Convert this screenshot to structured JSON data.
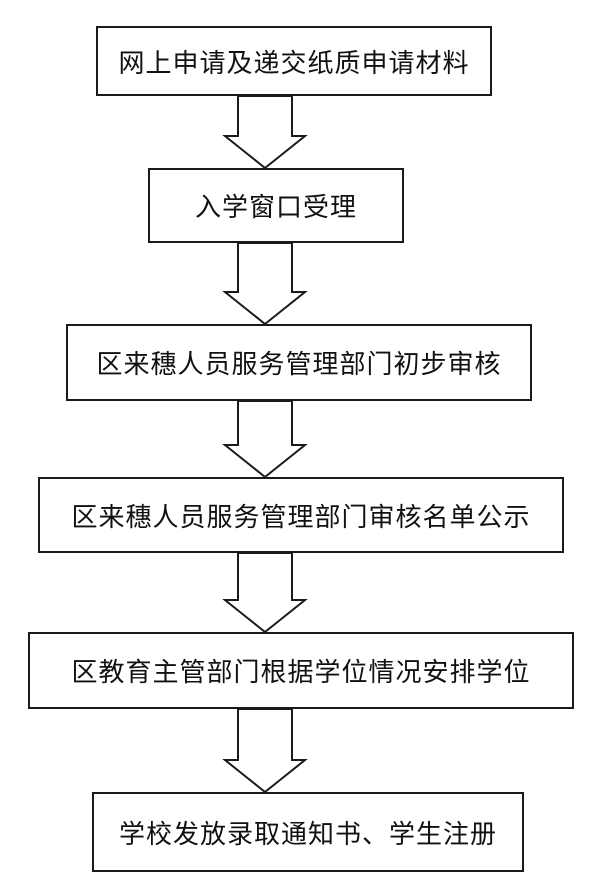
{
  "flowchart": {
    "steps": [
      {
        "label": "网上申请及递交纸质申请材料"
      },
      {
        "label": "入学窗口受理"
      },
      {
        "label": "区来穗人员服务管理部门初步审核"
      },
      {
        "label": "区来穗人员服务管理部门审核名单公示"
      },
      {
        "label": "区教育主管部门根据学位情况安排学位"
      },
      {
        "label": "学校发放录取通知书、学生注册"
      }
    ],
    "colors": {
      "line": "#1a1a1a",
      "text": "#111111",
      "background": "#ffffff"
    },
    "arrow_icon": "down-arrow-icon"
  }
}
